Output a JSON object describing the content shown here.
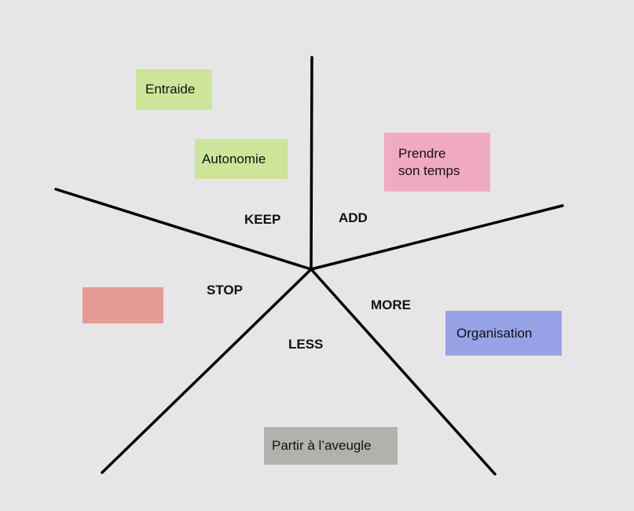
{
  "sections": {
    "keep": "KEEP",
    "add": "ADD",
    "stop": "STOP",
    "more": "MORE",
    "less": "LESS"
  },
  "notes": {
    "entraide": "Entraide",
    "autonomie": "Autonomie",
    "prendre_line1": "Prendre",
    "prendre_line2": "son temps",
    "organisation": "Organisation",
    "partir": "Partir à l’aveugle"
  },
  "colors": {
    "green": "#cde598",
    "pink": "#f0aac3",
    "red": "#e59a94",
    "blue": "#97a2e6",
    "gray": "#b0b3ab",
    "background": "#e6e6e6"
  }
}
